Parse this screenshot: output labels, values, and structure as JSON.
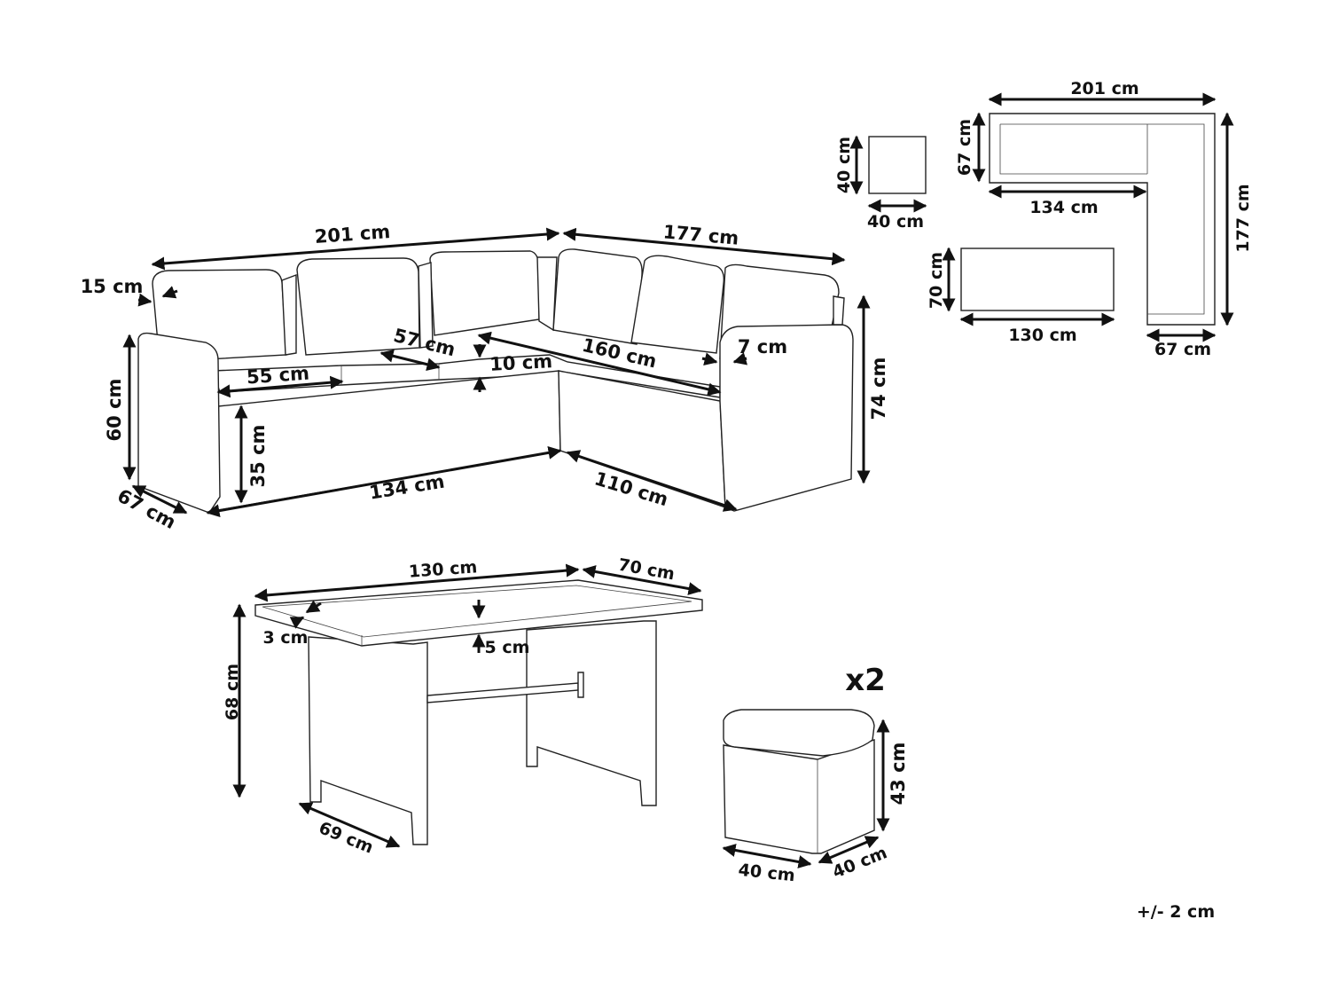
{
  "labels": {
    "sofa_width": "201 cm",
    "sofa_side": "177 cm",
    "sofa_back_cushion": "15 cm",
    "seat_cushion_w": "55 cm",
    "seat_depth": "57 cm",
    "cushion_h": "10 cm",
    "corner_seat": "160 cm",
    "arm_w": "7 cm",
    "arm_h": "60 cm",
    "seat_h": "35 cm",
    "base_front": "134 cm",
    "base_side": "110 cm",
    "depth": "67 cm",
    "total_h": "74 cm",
    "table_len": "130 cm",
    "table_w": "70 cm",
    "table_edge": "3 cm",
    "table_top_t": "5 cm",
    "table_h": "68 cm",
    "table_depth": "69 cm",
    "stool_qty": "x2",
    "stool_h": "43 cm",
    "stool_w": "40 cm",
    "stool_d": "40 cm",
    "plan_stool_h": "40 cm",
    "plan_stool_w": "40 cm",
    "plan_sofa_w": "201 cm",
    "plan_sofa_d": "67 cm",
    "plan_sofa_inner": "134 cm",
    "plan_sofa_side": "177 cm",
    "plan_sofa_side_d": "67 cm",
    "plan_table_d": "70 cm",
    "plan_table_w": "130 cm",
    "tolerance": "+/- 2 cm"
  }
}
